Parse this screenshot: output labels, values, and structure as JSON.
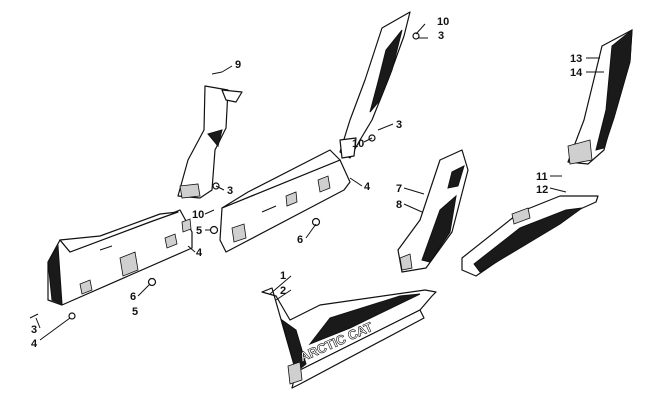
{
  "diagram": {
    "logo_text": "ARCTIC CAT",
    "callouts": [
      {
        "id": "c9",
        "text": "9"
      },
      {
        "id": "c10a",
        "text": "10"
      },
      {
        "id": "c3a",
        "text": "3"
      },
      {
        "id": "c3b",
        "text": "3"
      },
      {
        "id": "c10b",
        "text": "10"
      },
      {
        "id": "c4a",
        "text": "4"
      },
      {
        "id": "c3c",
        "text": "3"
      },
      {
        "id": "c10c",
        "text": "10"
      },
      {
        "id": "c5a",
        "text": "5"
      },
      {
        "id": "c6a",
        "text": "6"
      },
      {
        "id": "c4b",
        "text": "4"
      },
      {
        "id": "c6b",
        "text": "6"
      },
      {
        "id": "c5b",
        "text": "5"
      },
      {
        "id": "c3d",
        "text": "3"
      },
      {
        "id": "c4c",
        "text": "4"
      },
      {
        "id": "c1",
        "text": "1"
      },
      {
        "id": "c2",
        "text": "2"
      },
      {
        "id": "c7",
        "text": "7"
      },
      {
        "id": "c8",
        "text": "8"
      },
      {
        "id": "c11",
        "text": "11"
      },
      {
        "id": "c12",
        "text": "12"
      },
      {
        "id": "c13",
        "text": "13"
      },
      {
        "id": "c14",
        "text": "14"
      }
    ]
  }
}
